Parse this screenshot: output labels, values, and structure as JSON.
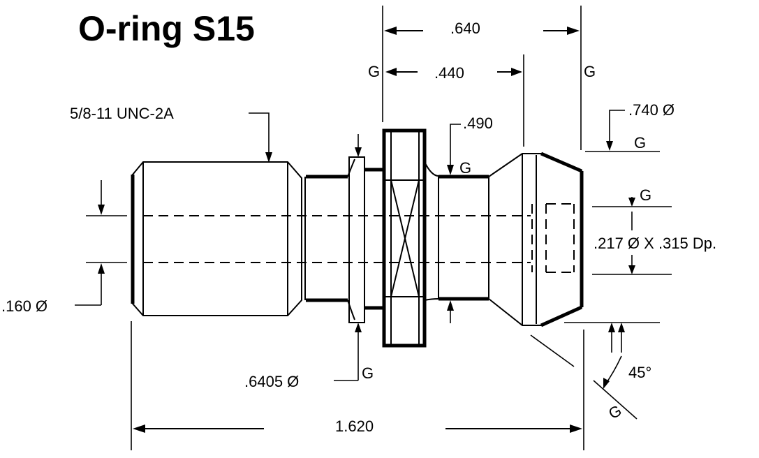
{
  "title": "O-ring S15",
  "labels": {
    "thread": "5/8-11 UNC-2A",
    "dim_640": ".640",
    "dim_440": ".440",
    "dim_490": ".490",
    "dim_740": ".740 Ø",
    "dim_217": ".217 Ø X .315 Dp.",
    "dim_160": ".160 Ø",
    "dim_6405": ".6405 Ø",
    "dim_1620": "1.620",
    "angle_45": "45°",
    "g": "G"
  }
}
